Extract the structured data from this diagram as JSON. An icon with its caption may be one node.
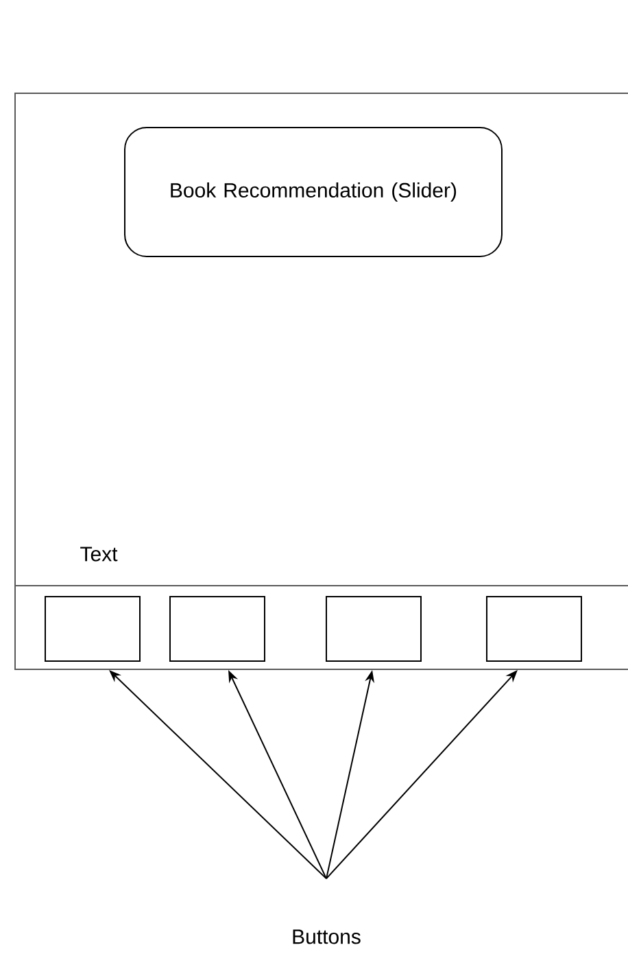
{
  "diagram": {
    "nodes": [
      {
        "text": [
          "Book Recommendation (Slider)"
        ]
      },
      {
        "text": [],
        "shape": "box"
      },
      {
        "text": [],
        "shape": "box"
      },
      {
        "text": [],
        "shape": "box"
      },
      {
        "text": [],
        "shape": "box"
      },
      {
        "text": [
          "Buttons"
        ]
      }
    ],
    "edges": [
      {
        "from": 5,
        "to": 1,
        "arrow": "to"
      },
      {
        "from": 5,
        "to": 2,
        "arrow": "to"
      },
      {
        "from": 5,
        "to": 3,
        "arrow": "to"
      },
      {
        "from": 5,
        "to": 4,
        "arrow": "to"
      }
    ],
    "labels": [
      "Text"
    ]
  }
}
